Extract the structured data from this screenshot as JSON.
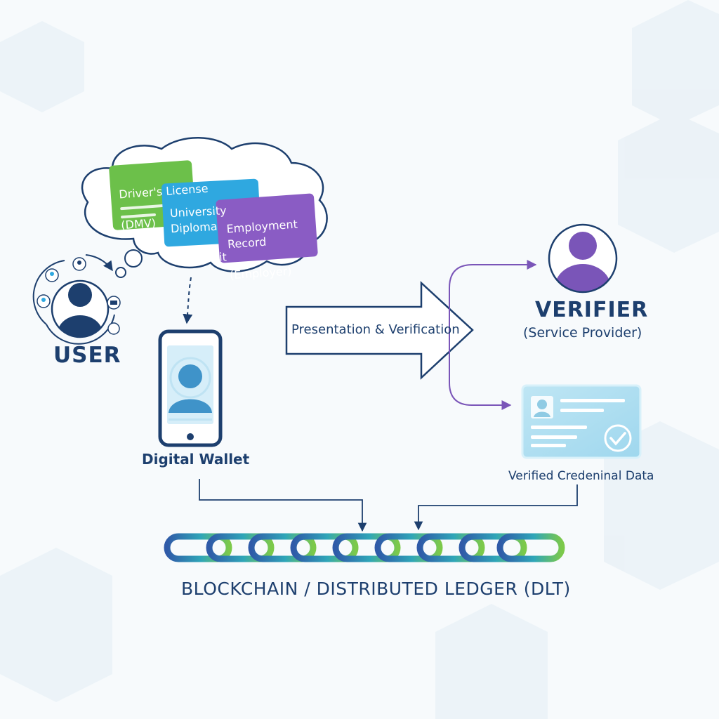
{
  "user": {
    "label": "USER"
  },
  "wallet": {
    "label": "Digital Wallet"
  },
  "credentials": [
    {
      "title": "Driver's License",
      "issuer": "(DMV)",
      "color": "#6cc04a"
    },
    {
      "title": "University\nDiploma",
      "issuer": "(Universit",
      "color": "#2fa8e0"
    },
    {
      "title": "Employment\nRecord",
      "issuer": "(Employer)",
      "color": "#8a5cc4"
    }
  ],
  "presentation": {
    "label": "Presentation & Verification"
  },
  "verifier": {
    "title": "VERIFIER",
    "subtitle": "(Service Provider)"
  },
  "verified": {
    "label": "Verified Credeninal Data"
  },
  "ledger": {
    "label": "BLOCKCHAIN / DISTRIBUTED LEDGER (DLT)"
  },
  "colors": {
    "navy": "#1d3f6e",
    "purple": "#7a55b8",
    "chain_start": "#2f5aa8",
    "chain_end": "#7cc94a"
  },
  "icons": [
    "user-icon",
    "smartphone-icon",
    "thought-cloud-icon",
    "verifier-avatar-icon",
    "verified-check-icon",
    "chain-link-icon"
  ]
}
